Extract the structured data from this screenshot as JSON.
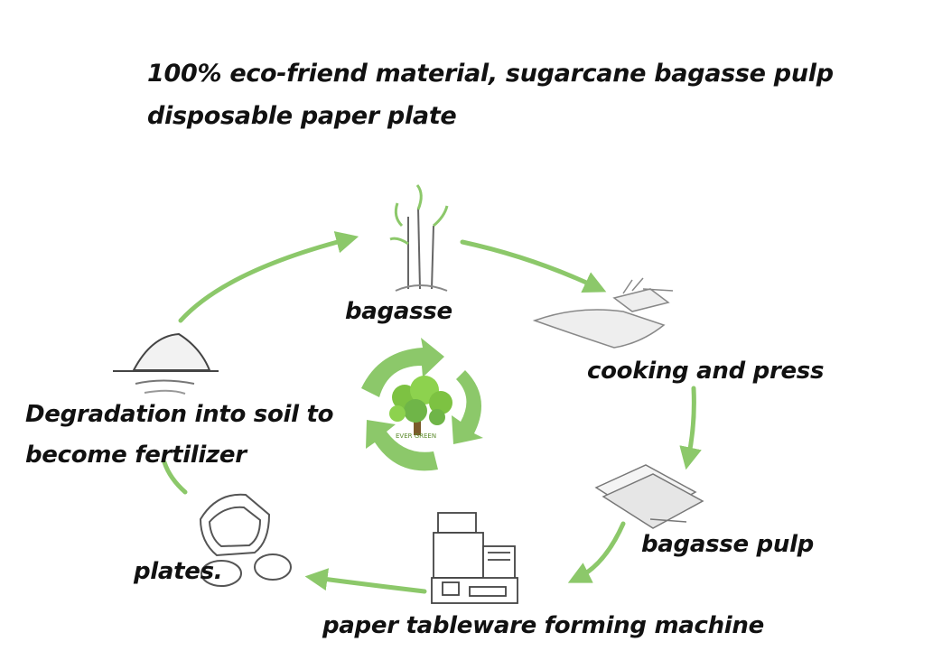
{
  "title_line1": "100% eco-friend material, sugarcane bagasse pulp",
  "title_line2": "disposable paper plate",
  "stages": {
    "bagasse": "bagasse",
    "cooking": "cooking and press",
    "pulp": "bagasse pulp",
    "machine": "paper tableware forming machine",
    "plates": "plates.",
    "degradation_line1": "Degradation into soil to",
    "degradation_line2": "become fertilizer"
  },
  "logo_text": "EVER GREEN",
  "colors": {
    "arrow": "#8cc86a",
    "arrow_dark": "#6fb548",
    "tree": "#7dc242",
    "sketch": "#555555"
  },
  "icons": [
    "sugarcane-icon",
    "press-icon",
    "pulp-sheets-icon",
    "forming-machine-icon",
    "plates-icon",
    "soil-mound-icon",
    "recycle-icon",
    "tree-logo-icon"
  ]
}
